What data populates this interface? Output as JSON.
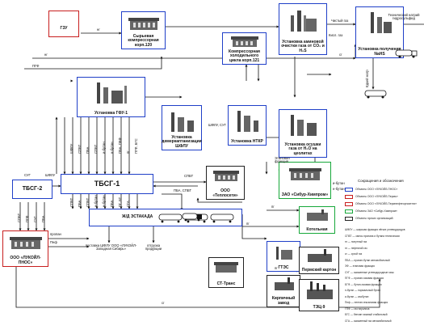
{
  "colors": {
    "blue": "#1f3fc8",
    "red": "#c81e1e",
    "green": "#17a83a",
    "black": "#222222"
  },
  "nodes": {
    "gzu": "ГЗУ",
    "raw_compressor": "Сырьевая компрессорная корп.120",
    "amine_unit": "Установка аминовой очистки газа от CO₂ и H₂S",
    "naoh_unit": "Установка получения NaHS",
    "tech_naoh": "Технический натрий гидросульфид",
    "cold_compressor": "Компрессорная холодильного цикла корп.121",
    "gfu1": "Установка ГФУ-1",
    "demerk": "Установка демеркаптанизации ШФЛУ",
    "ntkr": "Установка НТКР",
    "zeolite": "Установка осушки газа от H₂O на цеолитах",
    "tbsg2": "ТБСГ-2",
    "tbsg1": "ТБСГ-1",
    "teploseti": "ООО «Теплосети»",
    "sibur": "ЗАО «Сибур-Химпром»",
    "railway": "Ж/Д ЭСТАКАДА",
    "kotelnaya": "Котельная",
    "gtes": "ГТЭС",
    "lukoil": "ООО «ЛУКОЙЛ-ПНОС»",
    "st_trans": "СТ-Транс",
    "perm_carton": "Пермский картон",
    "brick": "Кирпичный завод",
    "tec9": "ТЭЦ-9"
  },
  "labels": {
    "ng": "нг",
    "pg": "пг",
    "sg": "сг",
    "pgf": "ПГФ",
    "bgf": "БГФ",
    "pnf": "Пнф",
    "propan": "пропан",
    "sug": "СУГ",
    "ibutan": "и-бутан",
    "nbutan": "н-бутан",
    "shflu": "ШФЛУ",
    "spbt": "СПБТ",
    "pba": "ПБА",
    "pba_spbt": "ПБА, СПБТ",
    "bt_pg": "БТ ПГ",
    "ethane": "Этановая фракция",
    "chist_gaz": "Чистый газ",
    "kisl_gaz": "Кисл. газ",
    "edkiy_natr": "Едкий натр",
    "shflu_sug": "ШФЛУ, СУГ",
    "sga": "СГА",
    "bgs": "БГС",
    "gf": "ГФ",
    "sga_bgs": "СГА, ГФ, БГС",
    "ibutan_short": "и-б",
    "pba_pbf": "ПБА, ПБФ",
    "supply_shflu": "поставка ШФЛУ ООО «ЛУКОЙЛ-Западная Сибирь»",
    "ship_products": "отгрузка продукции"
  },
  "vertical_labels": [
    "ШФЛУ",
    "СПБТ",
    "ПБА",
    "СПБТ",
    "и-бутан",
    "н-бутан",
    "ПБА, ПБФ",
    "пг",
    "ПГФ, БГС"
  ],
  "railway_labels": [
    "СПБТ",
    "ПБА",
    "СПБТ",
    "и-бутан",
    "н-бутан",
    "ПБА",
    "ПГ, БТ",
    "СГА"
  ],
  "left_labels": [
    "СПБТ",
    "ПГФ",
    "СУГ",
    "ПБА"
  ],
  "legend": {
    "title": "Сокращения и обозначения",
    "entries": [
      {
        "color": "#1f3fc8",
        "text": "Объекты ООО «ЛУКОЙЛ-ПНОС»"
      },
      {
        "color": "#c81e1e",
        "text": "Объекты ООО «ЛУКОЙЛ-Пермь»"
      },
      {
        "color": "#c81e1e",
        "text": "Объекты ООО «ЛУКОЙЛ-Пермнефтеоргсинтез»"
      },
      {
        "color": "#17a83a",
        "text": "Объекты ЗАО «Сибур-Химпром»"
      },
      {
        "color": "#222222",
        "text": "Объекты прочих организаций"
      }
    ],
    "abbr": [
      "ШФЛУ — широкая фракция лёгких углеводородов",
      "СПБТ — смесь пропана и бутана технических",
      "пг — попутный газ",
      "нг — нефтяной газ",
      "сг — сухой газ",
      "ПБА — пропан-бутан автомобильный",
      "ЭФ — этановая фракция",
      "СУГ — сжиженные углеводородные газы",
      "ПГФ — пропан-газовая фракция",
      "БГФ — бутан-газовая фракция",
      "н-бутан — нормальный бутан",
      "и-бутан — изобутан",
      "Пнф — пентан-гексановая фракция",
      "ГПФ — газ пиролиза",
      "БГС — бензин газовый стабильный",
      "СГА — сжиженный газ автомобильный"
    ]
  }
}
